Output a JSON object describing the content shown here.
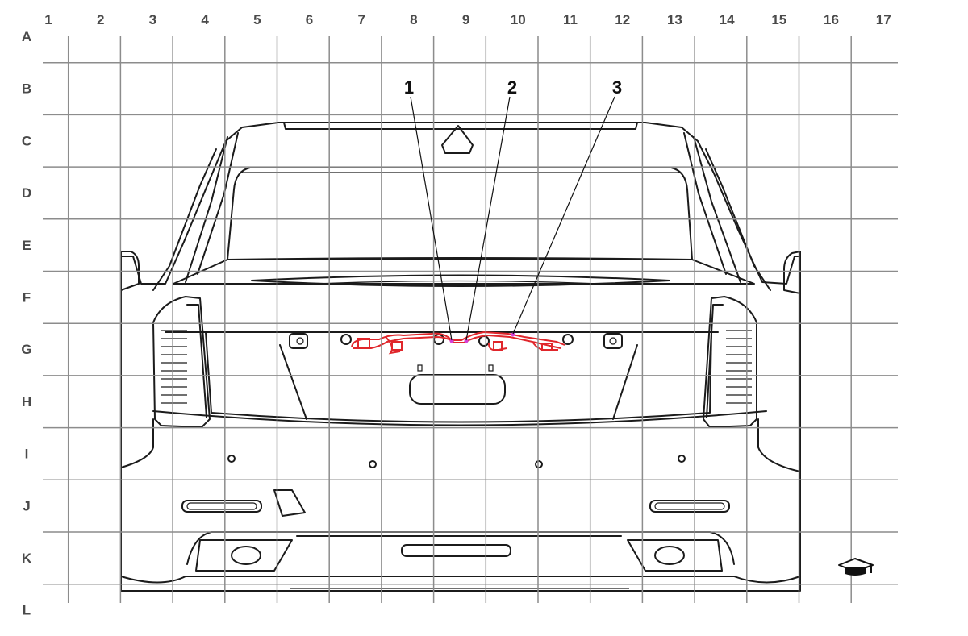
{
  "grid": {
    "columns": [
      "1",
      "2",
      "3",
      "4",
      "5",
      "6",
      "7",
      "8",
      "9",
      "10",
      "11",
      "12",
      "13",
      "14",
      "15",
      "16",
      "17"
    ],
    "rows": [
      "A",
      "B",
      "C",
      "D",
      "E",
      "F",
      "G",
      "H",
      "I",
      "J",
      "K",
      "L"
    ]
  },
  "callouts": [
    {
      "label": "1"
    },
    {
      "label": "2"
    },
    {
      "label": "3"
    }
  ],
  "colors": {
    "body_fill": "#cfcdbd",
    "harness": "#e0262b",
    "connector": "#d63fd6",
    "grid": "#8c8c8c"
  },
  "icons": [
    "graduation-cap-icon"
  ]
}
